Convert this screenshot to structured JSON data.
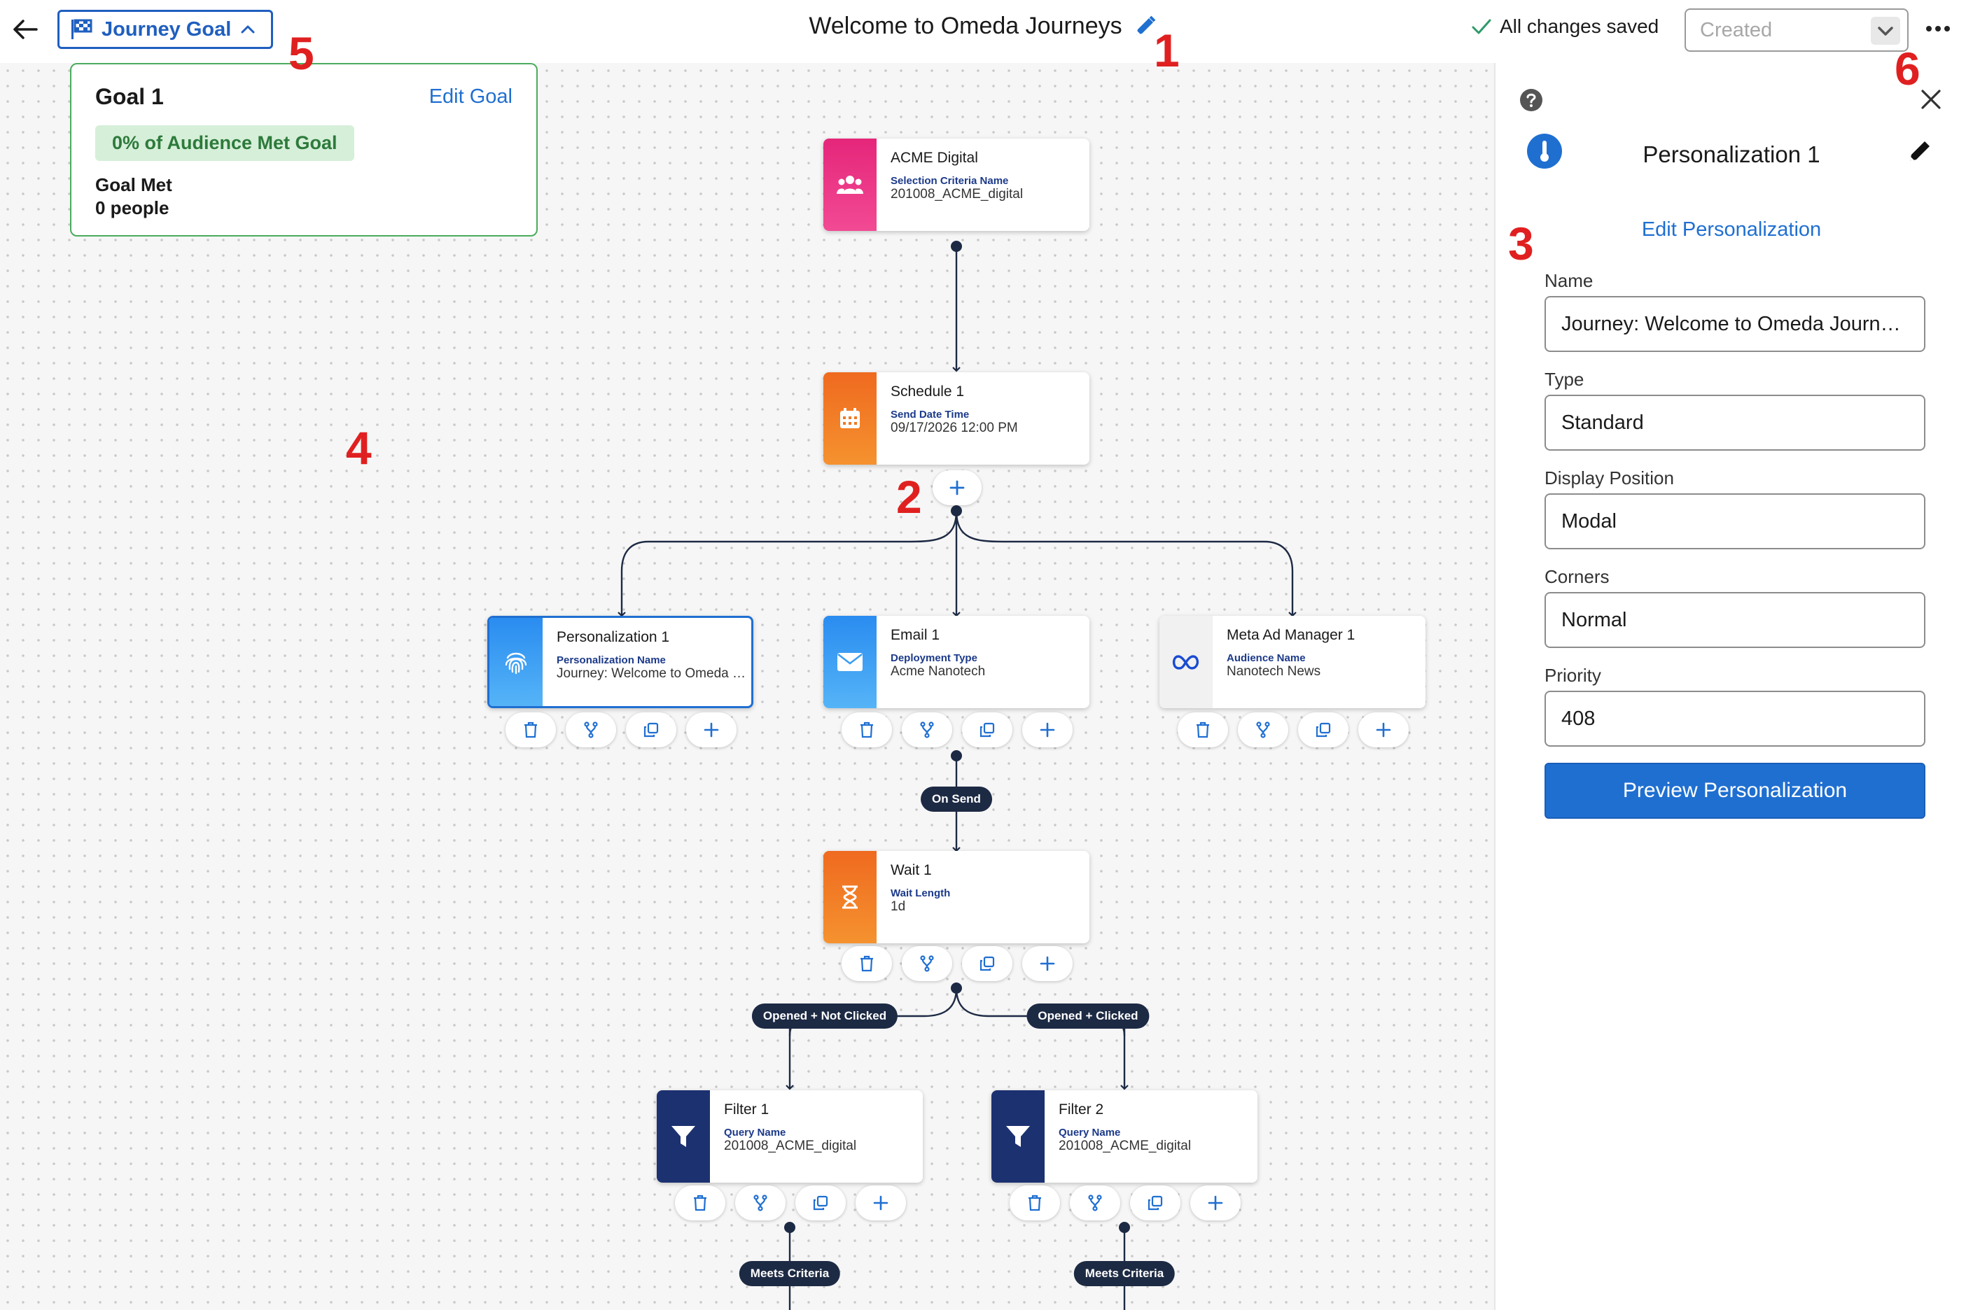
{
  "header": {
    "title": "Welcome to Omeda Journeys",
    "goal_toggle_label": "Journey Goal",
    "save_status": "All changes saved",
    "status_placeholder": "Created"
  },
  "goal": {
    "title": "Goal 1",
    "edit_label": "Edit Goal",
    "badge": "0% of Audience Met Goal",
    "met_label": "Goal Met",
    "met_value": "0 people"
  },
  "nodes": {
    "acme": {
      "title": "ACME Digital",
      "label": "Selection Criteria Name",
      "value": "201008_ACME_digital"
    },
    "schedule": {
      "title": "Schedule 1",
      "label": "Send Date Time",
      "value": "09/17/2026 12:00 PM"
    },
    "personalization": {
      "title": "Personalization 1",
      "label": "Personalization Name",
      "value": "Journey: Welcome to Omeda Journeys"
    },
    "email": {
      "title": "Email 1",
      "label": "Deployment Type",
      "value": "Acme Nanotech"
    },
    "meta": {
      "title": "Meta Ad Manager 1",
      "label": "Audience Name",
      "value": "Nanotech News"
    },
    "wait": {
      "title": "Wait 1",
      "label": "Wait Length",
      "value": "1d"
    },
    "filter1": {
      "title": "Filter 1",
      "label": "Query Name",
      "value": "201008_ACME_digital"
    },
    "filter2": {
      "title": "Filter 2",
      "label": "Query Name",
      "value": "201008_ACME_digital"
    }
  },
  "pills": {
    "on_send": "On Send",
    "opened_not_clicked": "Opened + Not Clicked",
    "opened_clicked": "Opened + Clicked",
    "meets_criteria_1": "Meets Criteria",
    "meets_criteria_2": "Meets Criteria"
  },
  "panel": {
    "title": "Personalization 1",
    "edit_link": "Edit Personalization",
    "fields": [
      {
        "label": "Name",
        "value": "Journey: Welcome to Omeda Journeys"
      },
      {
        "label": "Type",
        "value": "Standard"
      },
      {
        "label": "Display Position",
        "value": "Modal"
      },
      {
        "label": "Corners",
        "value": "Normal"
      },
      {
        "label": "Priority",
        "value": "408"
      }
    ],
    "preview_button": "Preview Personalization"
  },
  "markers": {
    "m1": "1",
    "m2": "2",
    "m3": "3",
    "m4": "4",
    "m5": "5",
    "m6": "6"
  },
  "colors": {
    "accent": "#1f6fd1",
    "goal_border": "#4aab5c",
    "annotation_red": "#e02020",
    "acme_gradient": [
      "#e5267a",
      "#f24a94"
    ],
    "schedule_gradient": [
      "#ef6a1f",
      "#f5922f"
    ],
    "personalization_gradient": [
      "#2a8cf0",
      "#55b4f7"
    ],
    "wait_gradient": [
      "#ef6a1f",
      "#f5922f"
    ],
    "filter_color": "#1c3170",
    "pill_color": "#1d2a44"
  },
  "icons": {
    "back": "arrow-left-icon",
    "goal_toggle": "flag-icon",
    "title_edit": "pencil-icon",
    "saved": "check-icon",
    "status_caret": "chevron-down-icon",
    "more": "ellipsis-icon",
    "help": "question-icon",
    "close": "close-icon",
    "panel_type": "thermometer-icon",
    "panel_edit": "pencil-icon",
    "node_acme": "users-icon",
    "node_schedule": "calendar-icon",
    "node_personalization": "fingerprint-icon",
    "node_email": "envelope-icon",
    "node_meta": "meta-infinity-icon",
    "node_wait": "hourglass-icon",
    "node_filter": "funnel-icon",
    "toolbar": [
      "trash-icon",
      "branch-icon",
      "copy-icon",
      "plus-icon"
    ]
  }
}
